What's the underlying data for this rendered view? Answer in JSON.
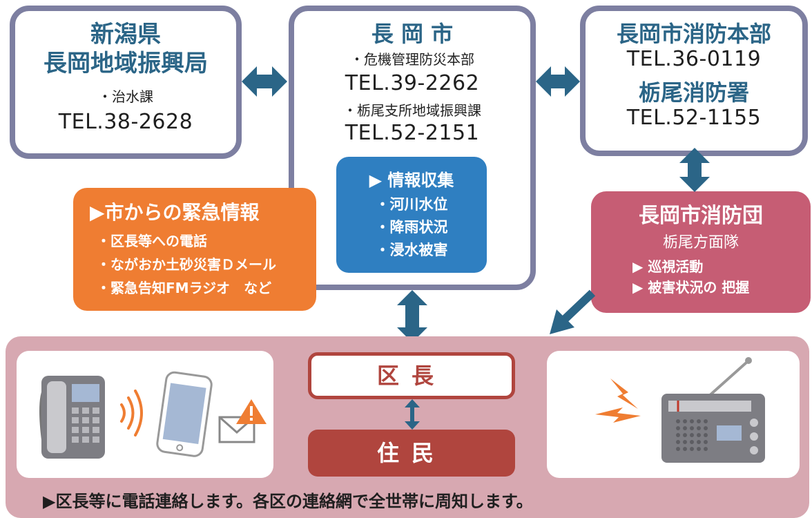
{
  "niigata": {
    "title_line1": "新潟県",
    "title_line2": "長岡地域振興局",
    "dept": "・治水課",
    "tel": "TEL.38-2628"
  },
  "nagaoka": {
    "title": "長 岡 市",
    "dept1": "・危機管理防災本部",
    "tel1": "TEL.39-2262",
    "dept2": "・栃尾支所地域振興課",
    "tel2": "TEL.52-2151"
  },
  "fire": {
    "hq_title": "長岡市消防本部",
    "hq_tel": "TEL.36-0119",
    "station_title": "栃尾消防署",
    "station_tel": "TEL.52-1155"
  },
  "emergency": {
    "title": "▶市からの緊急情報",
    "items": [
      "・区長等への電話",
      "・ながおか土砂災害Ｄメール",
      "・緊急告知FMラジオ　など"
    ]
  },
  "info": {
    "title": "▶ 情報収集",
    "items": [
      "・河川水位",
      "・降雨状況",
      "・浸水被害"
    ]
  },
  "brigade": {
    "title": "長岡市消防団",
    "subtitle": "栃尾方面隊",
    "items": [
      "▶ 巡視活動",
      "▶ 被害状況の 把握"
    ]
  },
  "kucho": "区長",
  "jumin": "住民",
  "footer": "▶区長等に電話連絡します。各区の連絡網で全世帯に周知します。",
  "colors": {
    "box_border": "#7d7fa1",
    "title_blue": "#2b6587",
    "arrow": "#2b6587",
    "orange": "#ef7d32",
    "info_blue": "#2f7fc1",
    "pink": "#c65d74",
    "bottom_bg": "#d7a8b1",
    "dark_red": "#b0453e"
  },
  "icons": [
    "desk-phone-icon",
    "signal-waves-icon",
    "smartphone-icon",
    "mail-icon",
    "warning-icon",
    "lightning-icon",
    "radio-icon"
  ]
}
